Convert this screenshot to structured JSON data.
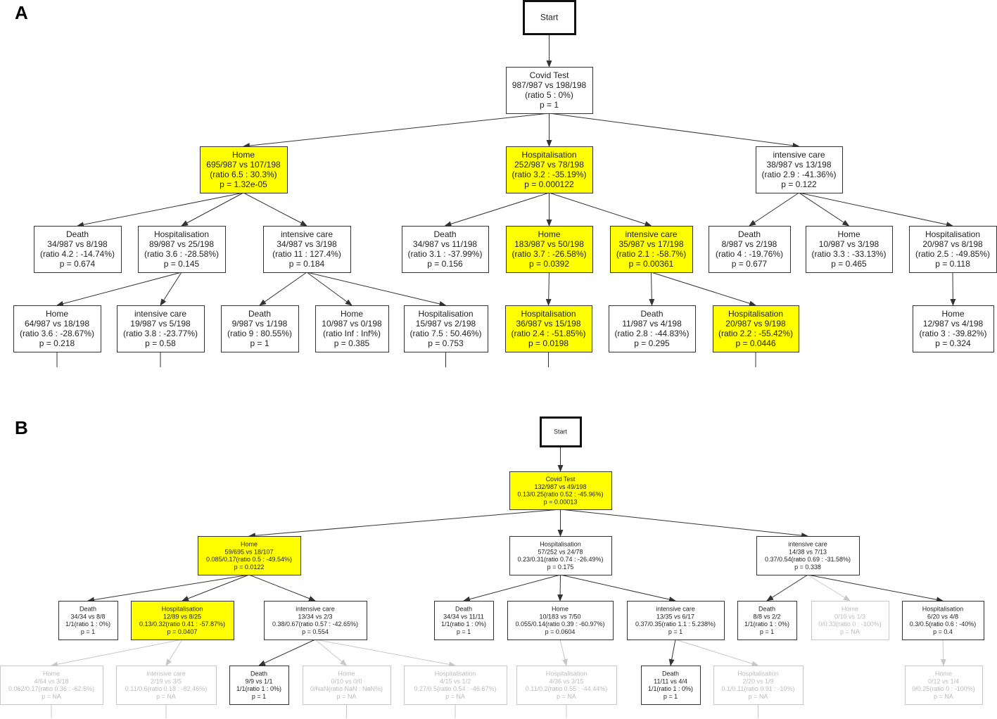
{
  "panels": [
    {
      "label": "A",
      "nodes": [
        {
          "id": "a0",
          "lines": [
            "Start"
          ],
          "style": "start"
        },
        {
          "id": "a1",
          "lines": [
            "Covid Test",
            "987/987 vs 198/198",
            "(ratio 5 : 0%)",
            "p = 1"
          ],
          "style": "normal"
        },
        {
          "id": "a2",
          "lines": [
            "Home",
            "695/987 vs 107/198",
            "(ratio 6.5 : 30.3%)",
            "p = 1.32e-05"
          ],
          "style": "highlight"
        },
        {
          "id": "a3",
          "lines": [
            "Hospitalisation",
            "252/987 vs 78/198",
            "(ratio 3.2 : -35.19%)",
            "p = 0.000122"
          ],
          "style": "highlight"
        },
        {
          "id": "a4",
          "lines": [
            "intensive care",
            "38/987 vs 13/198",
            "(ratio 2.9 : -41.36%)",
            "p = 0.122"
          ],
          "style": "normal"
        },
        {
          "id": "a5",
          "lines": [
            "Death",
            "34/987 vs 8/198",
            "(ratio 4.2 : -14.74%)",
            "p = 0.674"
          ],
          "style": "normal"
        },
        {
          "id": "a6",
          "lines": [
            "Hospitalisation",
            "89/987 vs 25/198",
            "(ratio 3.6 : -28.58%)",
            "p = 0.145"
          ],
          "style": "normal"
        },
        {
          "id": "a7",
          "lines": [
            "intensive care",
            "34/987 vs 3/198",
            "(ratio 11 : 127.4%)",
            "p = 0.184"
          ],
          "style": "normal"
        },
        {
          "id": "a8",
          "lines": [
            "Death",
            "34/987 vs 11/198",
            "(ratio 3.1 : -37.99%)",
            "p = 0.156"
          ],
          "style": "normal"
        },
        {
          "id": "a9",
          "lines": [
            "Home",
            "183/987 vs 50/198",
            "(ratio 3.7 : -26.58%)",
            "p = 0.0392"
          ],
          "style": "highlight"
        },
        {
          "id": "a10",
          "lines": [
            "intensive care",
            "35/987 vs 17/198",
            "(ratio 2.1 : -58.7%)",
            "p = 0.00361"
          ],
          "style": "highlight"
        },
        {
          "id": "a11",
          "lines": [
            "Death",
            "8/987 vs 2/198",
            "(ratio 4 : -19.76%)",
            "p = 0.677"
          ],
          "style": "normal"
        },
        {
          "id": "a12",
          "lines": [
            "Home",
            "10/987 vs 3/198",
            "(ratio 3.3 : -33.13%)",
            "p = 0.465"
          ],
          "style": "normal"
        },
        {
          "id": "a13",
          "lines": [
            "Hospitalisation",
            "20/987 vs 8/198",
            "(ratio 2.5 : -49.85%)",
            "p = 0.118"
          ],
          "style": "normal"
        },
        {
          "id": "a14",
          "lines": [
            "Home",
            "64/987 vs 18/198",
            "(ratio 3.6 : -28.67%)",
            "p = 0.218"
          ],
          "style": "normal"
        },
        {
          "id": "a15",
          "lines": [
            "intensive care",
            "19/987 vs 5/198",
            "(ratio 3.8 : -23.77%)",
            "p = 0.58"
          ],
          "style": "normal"
        },
        {
          "id": "a16",
          "lines": [
            "Death",
            "9/987 vs 1/198",
            "(ratio 9 : 80.55%)",
            "p = 1"
          ],
          "style": "normal"
        },
        {
          "id": "a17",
          "lines": [
            "Home",
            "10/987 vs 0/198",
            "(ratio Inf : Inf%)",
            "p = 0.385"
          ],
          "style": "normal"
        },
        {
          "id": "a18",
          "lines": [
            "Hospitalisation",
            "15/987 vs 2/198",
            "(ratio 7.5 : 50.46%)",
            "p = 0.753"
          ],
          "style": "normal"
        },
        {
          "id": "a19",
          "lines": [
            "Hospitalisation",
            "36/987 vs 15/198",
            "(ratio 2.4 : -51.85%)",
            "p = 0.0198"
          ],
          "style": "highlight"
        },
        {
          "id": "a20",
          "lines": [
            "Death",
            "11/987 vs 4/198",
            "(ratio 2.8 : -44.83%)",
            "p = 0.295"
          ],
          "style": "normal"
        },
        {
          "id": "a21",
          "lines": [
            "Hospitalisation",
            "20/987 vs 9/198",
            "(ratio 2.2 : -55.42%)",
            "p = 0.0446"
          ],
          "style": "highlight"
        },
        {
          "id": "a22",
          "lines": [
            "Home",
            "12/987 vs 4/198",
            "(ratio 3 : -39.82%)",
            "p = 0.324"
          ],
          "style": "normal"
        }
      ]
    },
    {
      "label": "B",
      "nodes": [
        {
          "id": "b0",
          "lines": [
            "Start"
          ],
          "style": "start"
        },
        {
          "id": "b1",
          "lines": [
            "Covid Test",
            "132/987 vs 49/198",
            "0.13/0.25(ratio 0.52 : -45.96%)",
            "p = 0.00013"
          ],
          "style": "highlight"
        },
        {
          "id": "b2",
          "lines": [
            "Home",
            "59/695 vs 18/107",
            "0.085/0.17(ratio 0.5 : -49.54%)",
            "p = 0.0122"
          ],
          "style": "highlight"
        },
        {
          "id": "b3",
          "lines": [
            "Hospitalisation",
            "57/252 vs 24/78",
            "0.23/0.31(ratio 0.74 : -26.49%)",
            "p = 0.175"
          ],
          "style": "normal"
        },
        {
          "id": "b4",
          "lines": [
            "intensive care",
            "14/38 vs 7/13",
            "0.37/0.54(ratio 0.69 : -31.58%)",
            "p = 0.338"
          ],
          "style": "normal"
        },
        {
          "id": "b5",
          "lines": [
            "Death",
            "34/34 vs 8/8",
            "1/1(ratio 1 : 0%)",
            "p = 1"
          ],
          "style": "normal"
        },
        {
          "id": "b6",
          "lines": [
            "Hospitalisation",
            "12/89 vs 8/25",
            "0.13/0.32(ratio 0.41 : -57.87%)",
            "p = 0.0407"
          ],
          "style": "highlight"
        },
        {
          "id": "b7",
          "lines": [
            "intensive care",
            "13/34 vs 2/3",
            "0.38/0.67(ratio 0.57 : -42.65%)",
            "p = 0.554"
          ],
          "style": "normal"
        },
        {
          "id": "b8",
          "lines": [
            "Death",
            "34/34 vs 11/11",
            "1/1(ratio 1 : 0%)",
            "p = 1"
          ],
          "style": "normal"
        },
        {
          "id": "b9",
          "lines": [
            "Home",
            "10/183 vs 7/50",
            "0.055/0.14(ratio 0.39 : -60.97%)",
            "p = 0.0604"
          ],
          "style": "normal"
        },
        {
          "id": "b10",
          "lines": [
            "intensive care",
            "13/35 vs 6/17",
            "0.37/0.35(ratio 1.1 : 5.238%)",
            "p = 1"
          ],
          "style": "normal"
        },
        {
          "id": "b11",
          "lines": [
            "Death",
            "8/8 vs 2/2",
            "1/1(ratio 1 : 0%)",
            "p = 1"
          ],
          "style": "normal"
        },
        {
          "id": "b12",
          "lines": [
            "Home",
            "0/10 vs 1/3",
            "0/0.33(ratio 0 : -100%)",
            "p = NA"
          ],
          "style": "faded"
        },
        {
          "id": "b13",
          "lines": [
            "Hospitalisation",
            "6/20 vs 4/8",
            "0.3/0.5(ratio 0.6 : -40%)",
            "p = 0.4"
          ],
          "style": "normal"
        },
        {
          "id": "b14",
          "lines": [
            "Home",
            "4/64 vs 3/18",
            "0.062/0.17(ratio 0.36 : -62.5%)",
            "p = NA"
          ],
          "style": "faded"
        },
        {
          "id": "b15",
          "lines": [
            "intensive care",
            "2/19 vs 3/5",
            "0.11/0.6(ratio 0.18 : -82.46%)",
            "p = NA"
          ],
          "style": "faded"
        },
        {
          "id": "b16",
          "lines": [
            "Death",
            "9/9 vs 1/1",
            "1/1(ratio 1 : 0%)",
            "p = 1"
          ],
          "style": "normal"
        },
        {
          "id": "b17",
          "lines": [
            "Home",
            "0/10 vs 0/0",
            "0/NaN(ratio NaN : NaN%)",
            "p = NA"
          ],
          "style": "faded"
        },
        {
          "id": "b18",
          "lines": [
            "Hospitalisation",
            "4/15 vs 1/2",
            "0.27/0.5(ratio 0.54 : -46.67%)",
            "p = NA"
          ],
          "style": "faded"
        },
        {
          "id": "b19",
          "lines": [
            "Hospitalisation",
            "4/36 vs 3/15",
            "0.11/0.2(ratio 0.55 : -44.44%)",
            "p = NA"
          ],
          "style": "faded"
        },
        {
          "id": "b20",
          "lines": [
            "Death",
            "11/11 vs 4/4",
            "1/1(ratio 1 : 0%)",
            "p = 1"
          ],
          "style": "normal"
        },
        {
          "id": "b21",
          "lines": [
            "Hospitalisation",
            "2/20 vs 1/9",
            "0.1/0.11(ratio 0.91 : -10%)",
            "p = NA"
          ],
          "style": "faded"
        },
        {
          "id": "b22",
          "lines": [
            "Home",
            "0/12 vs 1/4",
            "0/0.25(ratio 0 : -100%)",
            "p = NA"
          ],
          "style": "faded"
        }
      ]
    }
  ],
  "colors": {
    "highlight_fill": "#ffff00",
    "normal_fill": "#ffffff",
    "border": "#333333",
    "edge": "#333333",
    "faded": "#c8c8c8",
    "faded_text": "#bbbbbb"
  }
}
